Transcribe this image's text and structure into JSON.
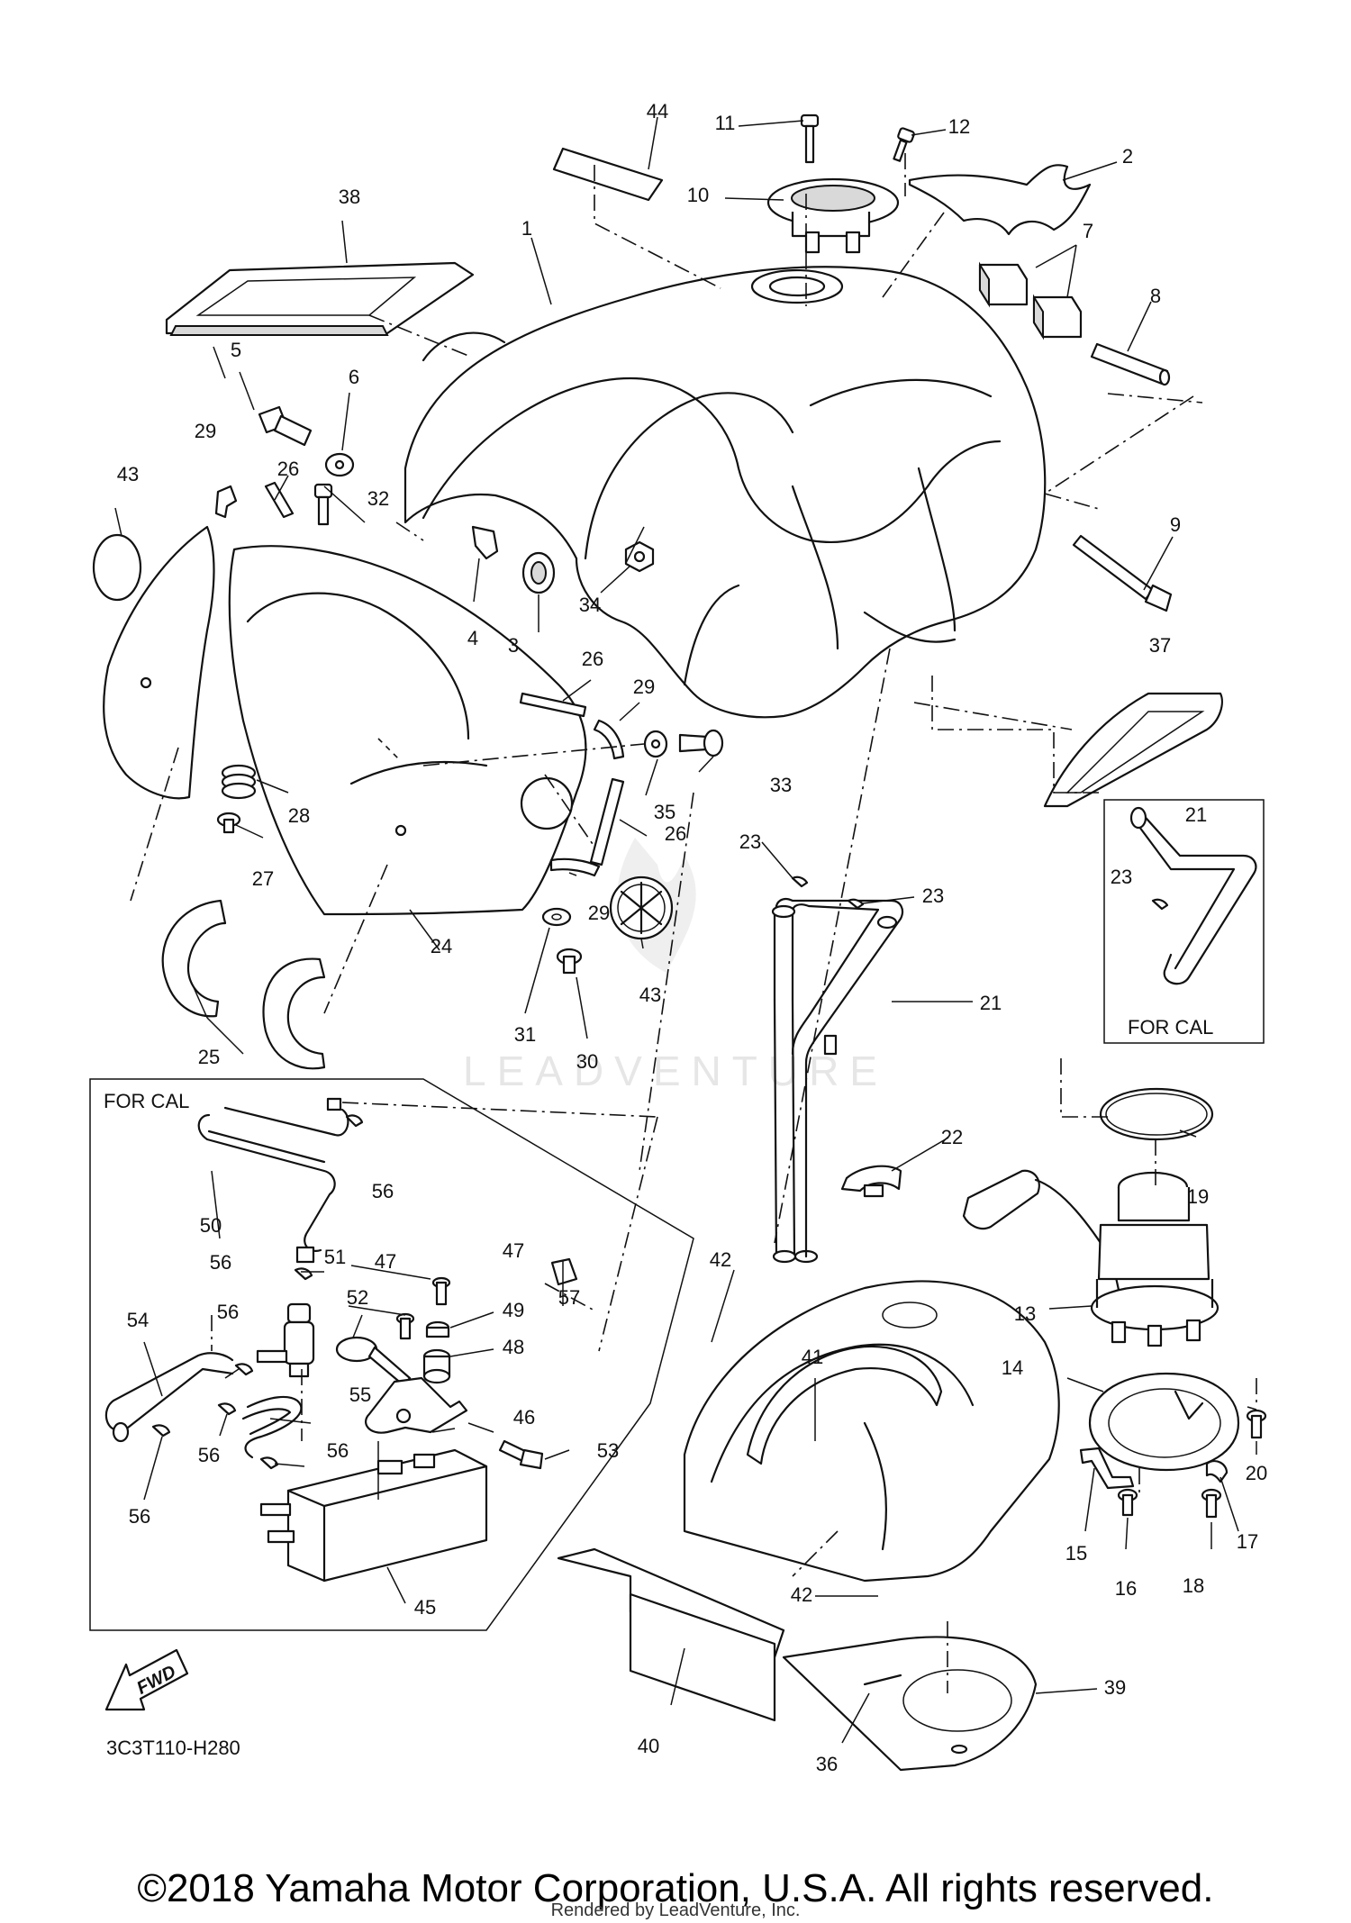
{
  "callouts": {
    "c1": "1",
    "c2": "2",
    "c3": "3",
    "c4": "4",
    "c5": "5",
    "c6": "6",
    "c7": "7",
    "c8": "8",
    "c9": "9",
    "c10": "10",
    "c11": "11",
    "c12": "12",
    "c13": "13",
    "c14": "14",
    "c15": "15",
    "c16": "16",
    "c17": "17",
    "c18": "18",
    "c19": "19",
    "c20": "20",
    "c21": "21",
    "c22": "22",
    "c23": "23",
    "c24": "24",
    "c25": "25",
    "c26": "26",
    "c27": "27",
    "c28": "28",
    "c29": "29",
    "c30": "30",
    "c31": "31",
    "c32": "32",
    "c33": "33",
    "c34": "34",
    "c35": "35",
    "c36": "36",
    "c37": "37",
    "c38": "38",
    "c39": "39",
    "c40": "40",
    "c41": "41",
    "c42": "42",
    "c43": "43",
    "c44": "44",
    "c45": "45",
    "c46": "46",
    "c47": "47",
    "c48": "48",
    "c49": "49",
    "c50": "50",
    "c51": "51",
    "c52": "52",
    "c53": "53",
    "c54": "54",
    "c55": "55",
    "c56": "56",
    "c57": "57"
  },
  "boxes": {
    "for_cal_left": "FOR CAL",
    "for_cal_right": "FOR CAL"
  },
  "fwd_arrow": "FWD",
  "diagram_code": "3C3T110-H280",
  "watermark": "LEADVENTURE",
  "copyright": "©2018 Yamaha Motor Corporation, U.S.A. All rights reserved.",
  "rendered_by": "Rendered by LeadVenture, Inc."
}
